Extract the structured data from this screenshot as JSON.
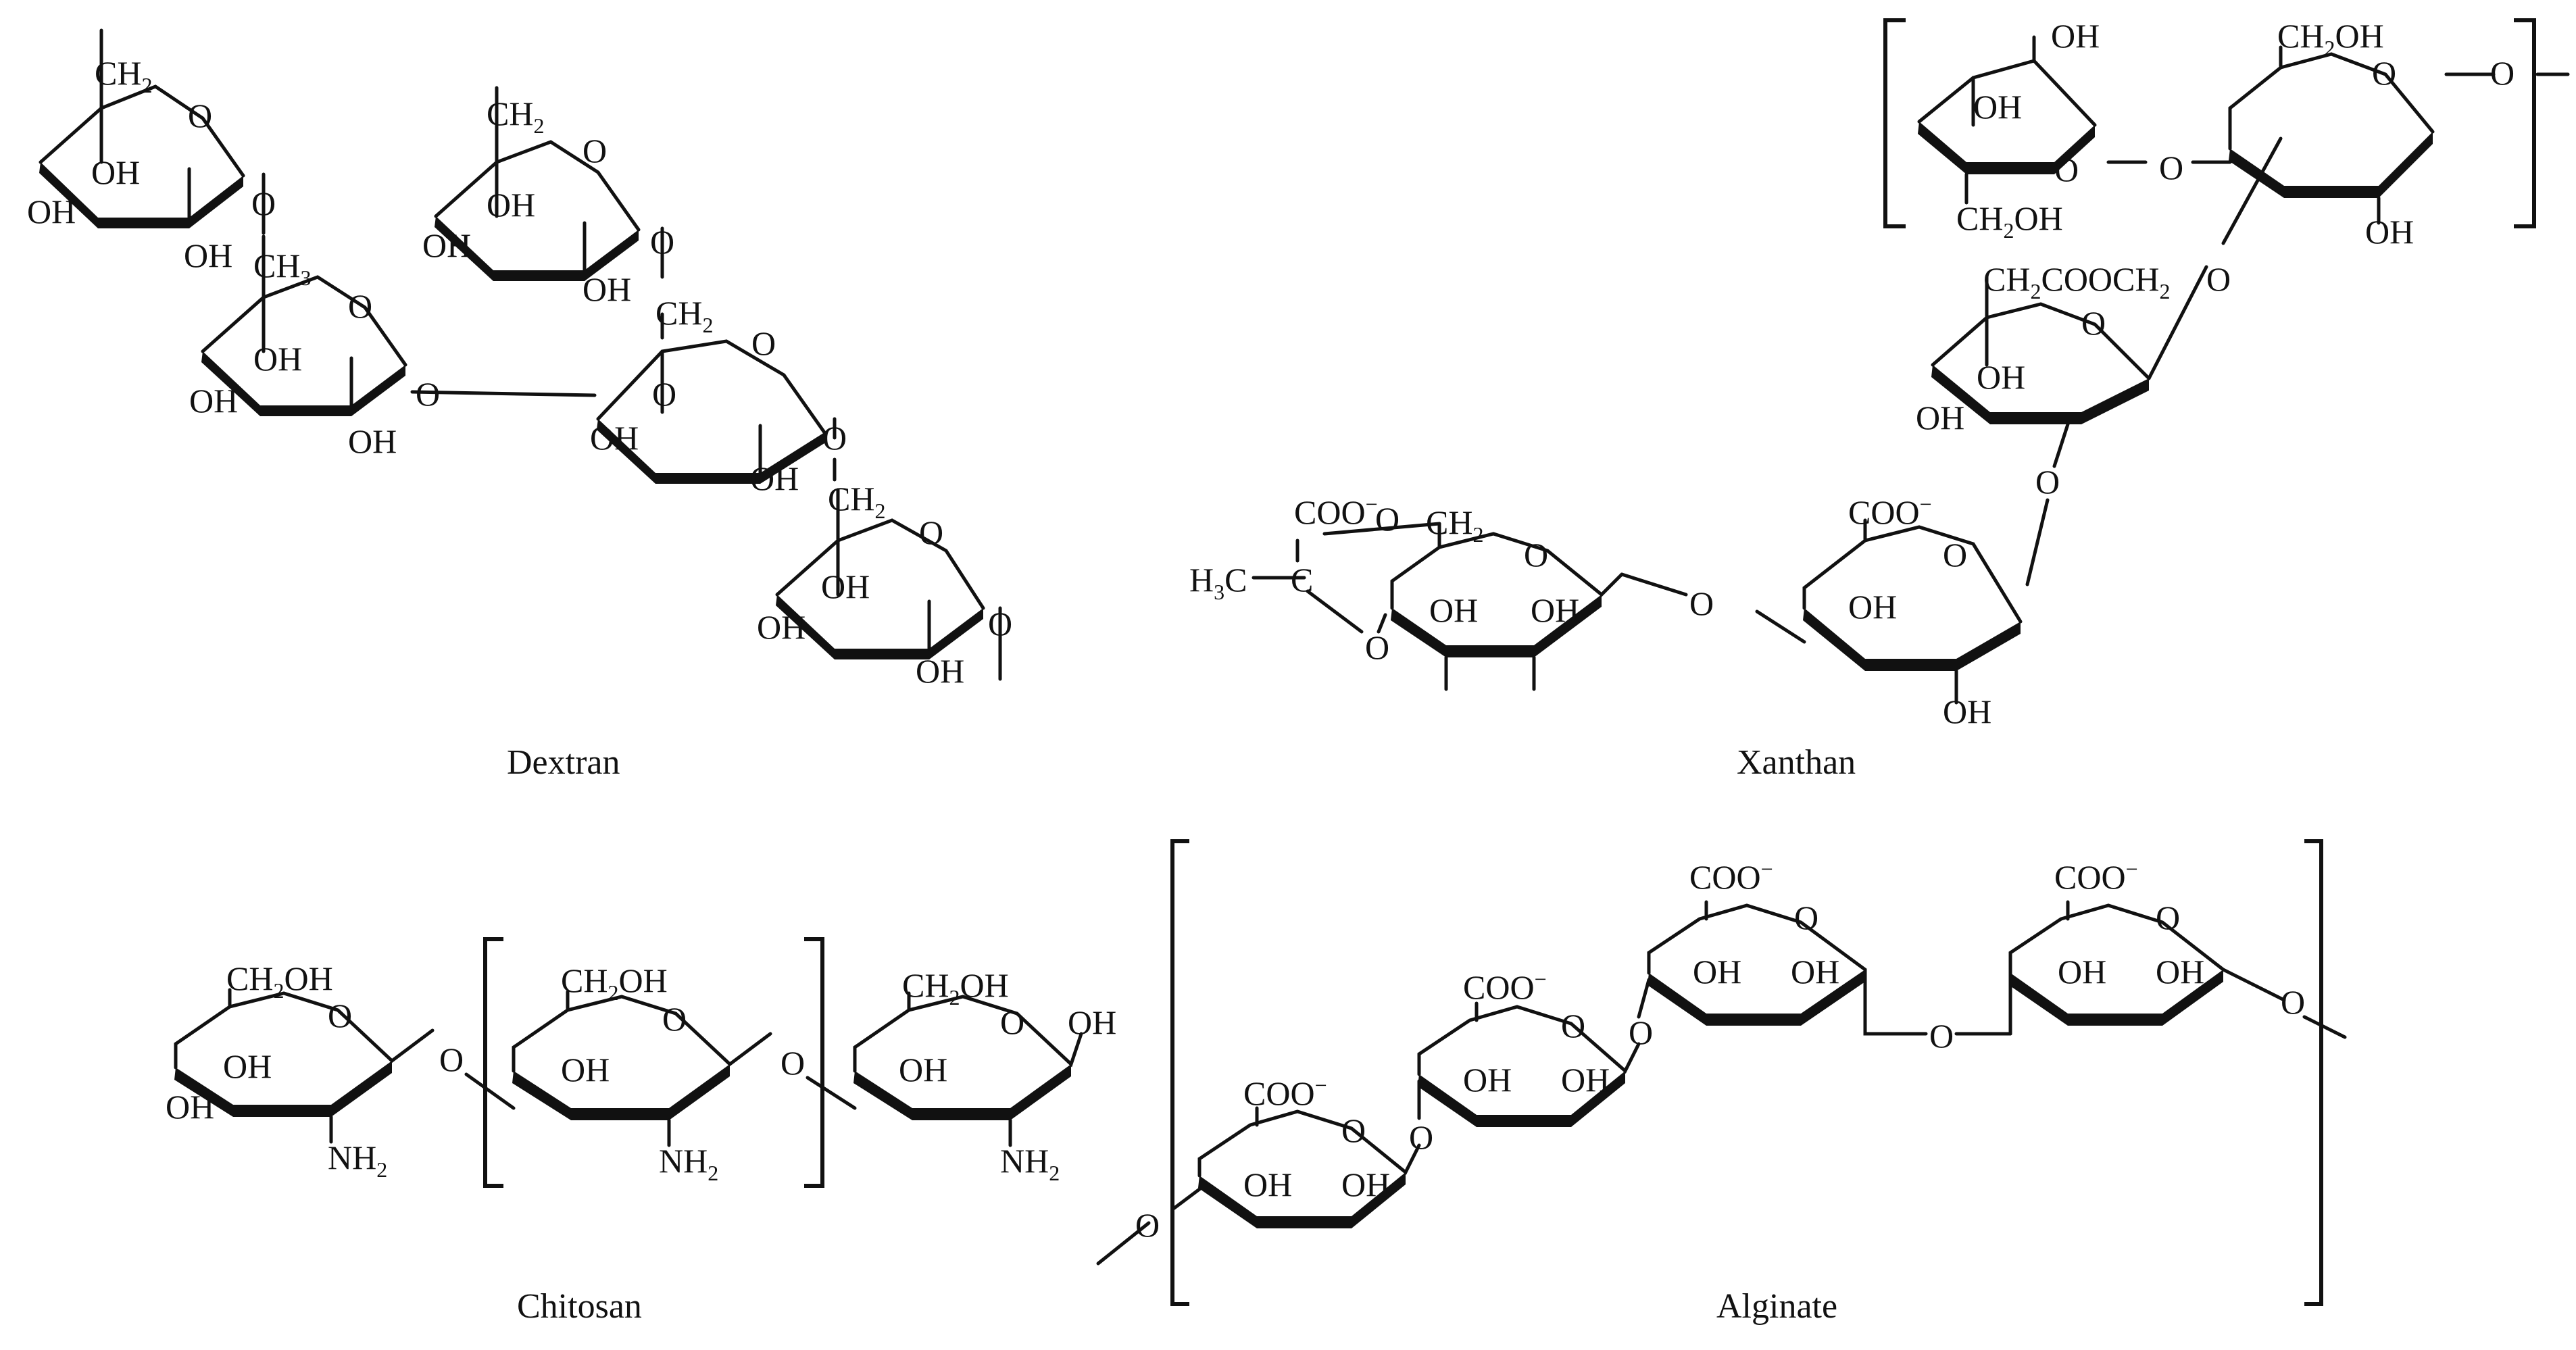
{
  "captions": {
    "dextran": "Dextran",
    "xanthan": "Xanthan",
    "chitosan": "Chitosan",
    "alginate": "Alginate"
  },
  "atoms": {
    "oh": "OH",
    "o": "O",
    "ch2": "CH",
    "ch2oh_a": "CH",
    "ch2oh_b": "OH",
    "ch3": "CH",
    "nh2": "NH",
    "coo": "COO",
    "h3c": "H",
    "h3c_c": "C",
    "c": "C",
    "xan_side": "CH",
    "xan_side2": "COOCH",
    "sub2": "2",
    "sub3": "3",
    "minus": "−"
  }
}
